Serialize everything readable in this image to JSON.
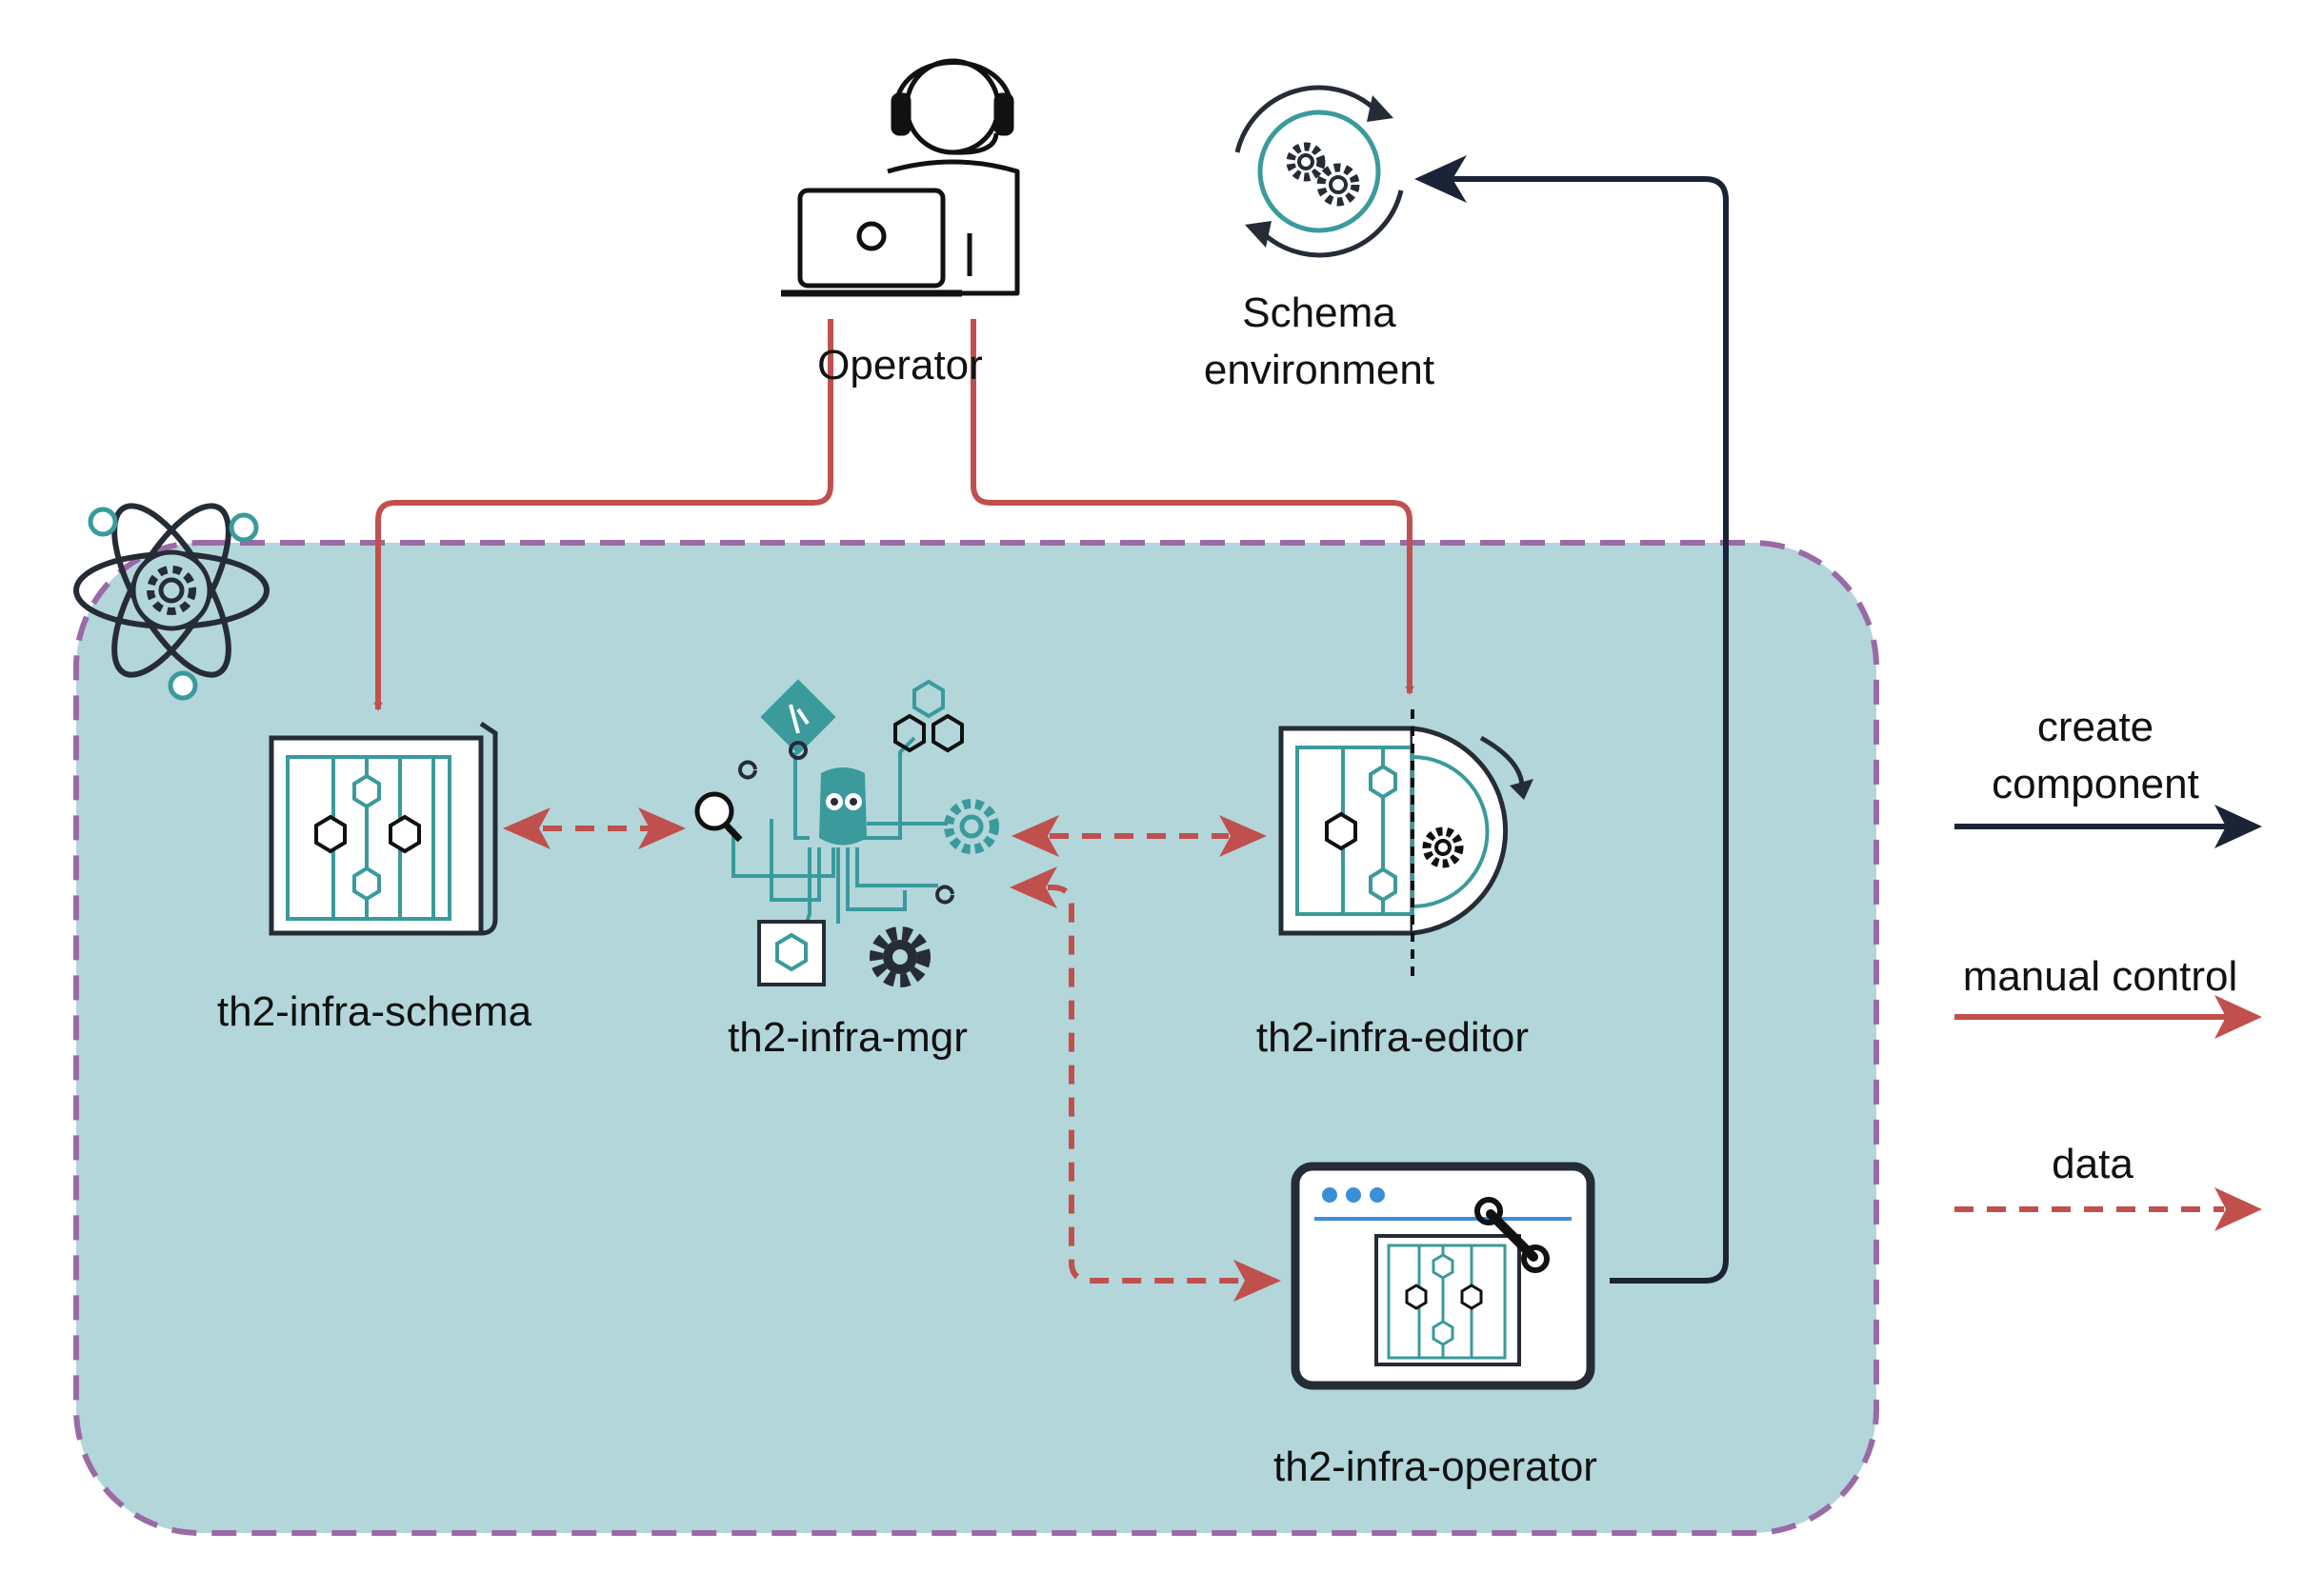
{
  "colors": {
    "cluster_fill": "#b2d6da",
    "cluster_border": "#9b6aa6",
    "create": "#1b2436",
    "manual": "#c0504d",
    "data": "#c0504d",
    "teal": "#3a9a9c",
    "dark": "#262c36"
  },
  "icons": {
    "operator": "operator-person-icon",
    "schema_env": "schema-environment-icon",
    "cluster": "kubernetes-atom-icon",
    "schema": "th2-infra-schema-icon",
    "mgr": "th2-infra-mgr-octopus-icon",
    "editor": "th2-infra-editor-icon",
    "operator_comp": "th2-infra-operator-icon"
  },
  "nodes": {
    "operator": "Operator",
    "schema_env_line1": "Schema",
    "schema_env_line2": "environment",
    "schema": "th2-infra-schema",
    "mgr": "th2-infra-mgr",
    "editor": "th2-infra-editor",
    "operator_comp": "th2-infra-operator"
  },
  "legend": {
    "create_line1": "create",
    "create_line2": "component",
    "manual": "manual control",
    "data": "data"
  }
}
